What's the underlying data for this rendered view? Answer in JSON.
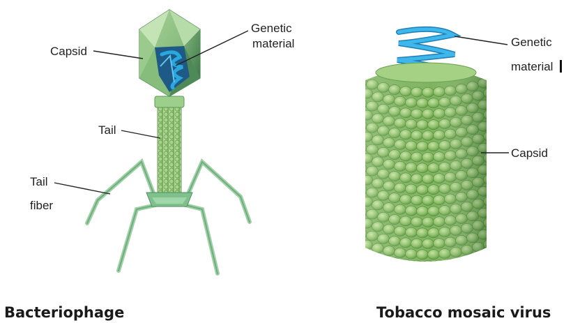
{
  "bacteriophage": {
    "caption": "Bacteriophage",
    "labels": {
      "capsid": "Capsid",
      "genetic_material_line1": "Genetic",
      "genetic_material_line2": "material",
      "tail": "Tail",
      "tail_fiber_line1": "Tail",
      "tail_fiber_line2": "fiber"
    }
  },
  "tobacco_mosaic_virus": {
    "caption": "Tobacco mosaic virus",
    "labels": {
      "genetic_material_line1": "Genetic",
      "genetic_material_line2": "material",
      "capsid": "Capsid"
    }
  },
  "colors": {
    "capsid_green": "#8dbf73",
    "capsid_dark": "#5f9a55",
    "dna_blue": "#29a8e0",
    "tail_green": "#9ccc80"
  }
}
